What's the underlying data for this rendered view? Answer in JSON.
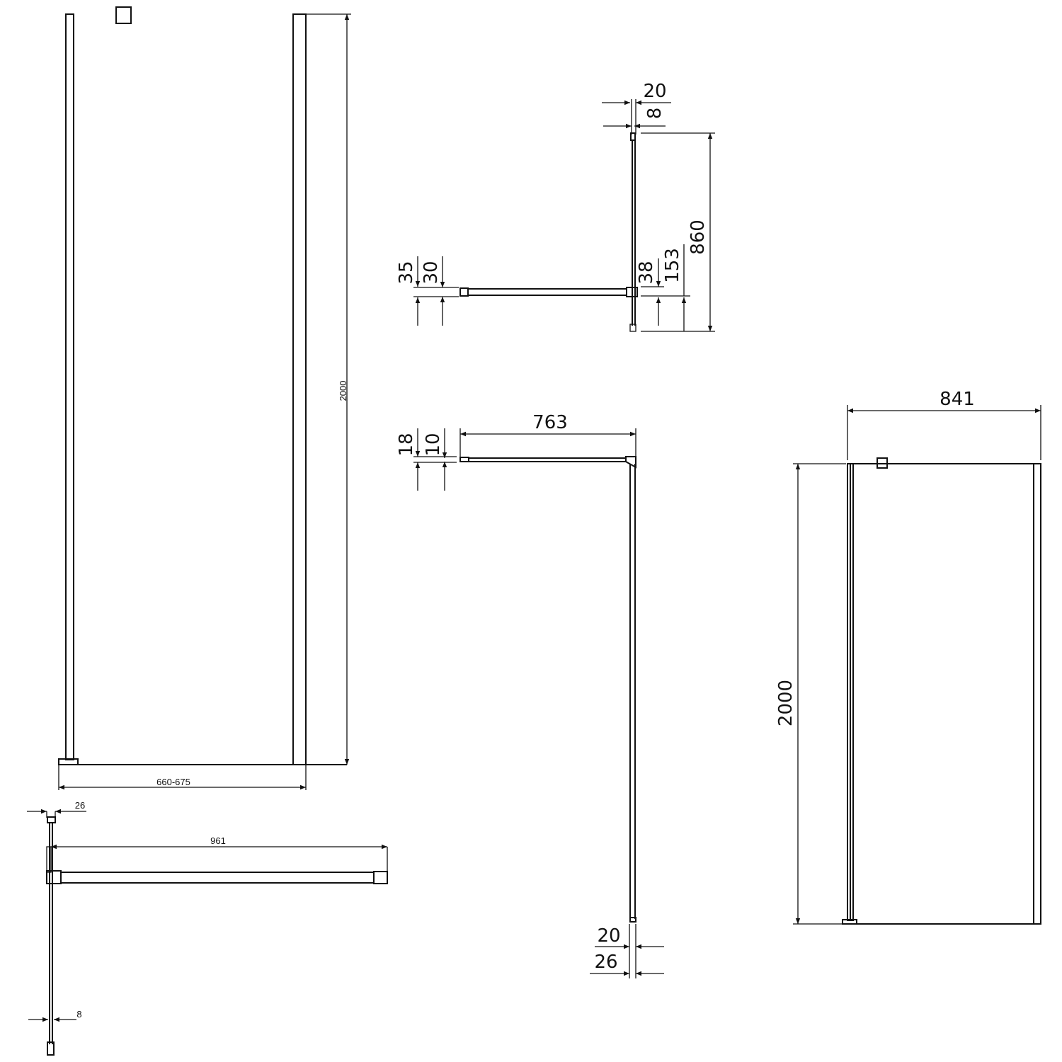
{
  "colors": {
    "line": "#111111",
    "background": "#ffffff"
  },
  "front_view_left": {
    "height": "2000",
    "width": "660-675"
  },
  "plan_view_left": {
    "depth_top": "26",
    "length": "961",
    "glass": "8"
  },
  "plan_view_top": {
    "d20": "20",
    "d8": "8",
    "d860": "860",
    "d153": "153",
    "d38": "38",
    "d35": "35",
    "d30": "30"
  },
  "side_view_middle": {
    "length": "763",
    "d18": "18",
    "d10": "10",
    "d20": "20",
    "d26": "26"
  },
  "front_view_right": {
    "width": "841",
    "height": "2000"
  }
}
